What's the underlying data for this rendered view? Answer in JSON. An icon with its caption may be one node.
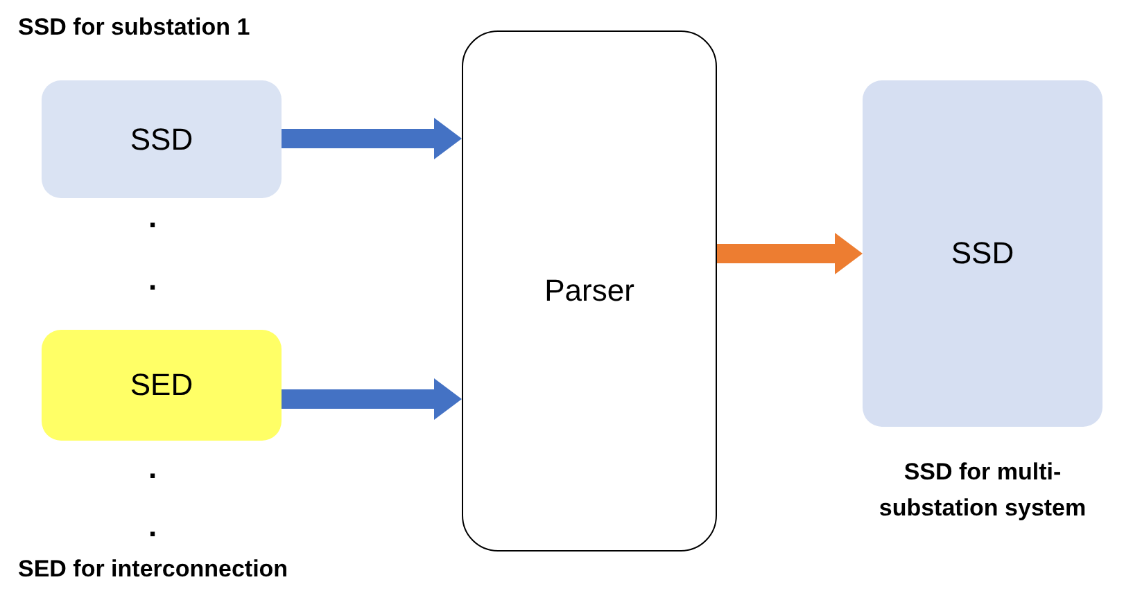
{
  "diagram": {
    "nodes": [
      {
        "text": [
          "SSD"
        ],
        "beside": [
          "SSD for substation 1"
        ]
      },
      {
        "text": [
          "SED"
        ]
      },
      {
        "text": [
          "Parser"
        ]
      },
      {
        "text": [
          "SSD"
        ],
        "beside": [
          "SSD for multi- substation system"
        ]
      }
    ],
    "edges": [
      {
        "from": 0,
        "to": 2,
        "arrow": "to"
      },
      {
        "from": 1,
        "to": 2,
        "arrow": "to"
      },
      {
        "from": 2,
        "to": 3,
        "arrow": "to",
        "color": "#ed7d31"
      }
    ],
    "labels": [
      ".",
      ".",
      ".",
      ".",
      "SED for interconnection"
    ]
  }
}
